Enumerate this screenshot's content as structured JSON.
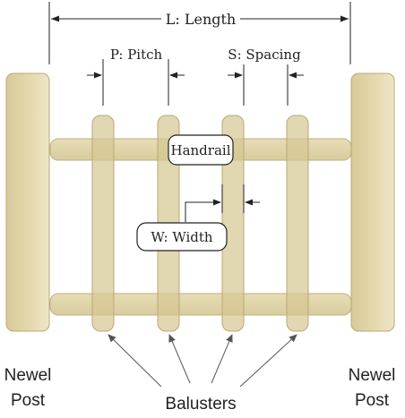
{
  "labels": {
    "length": "L: Length",
    "pitch": "P: Pitch",
    "spacing": "S: Spacing",
    "handrail": "Handrail",
    "width": "W: Width",
    "newel_left_line1": "Newel",
    "newel_left_line2": "Post",
    "newel_right_line1": "Newel",
    "newel_right_line2": "Post",
    "balusters": "Balusters"
  },
  "colors": {
    "wood_light": "#efe3bd",
    "wood_mid": "#ddd0a0",
    "wood_dark": "#c8b988",
    "outline": "#a89a6a",
    "line": "#222222",
    "arrow_gray": "#555555"
  }
}
